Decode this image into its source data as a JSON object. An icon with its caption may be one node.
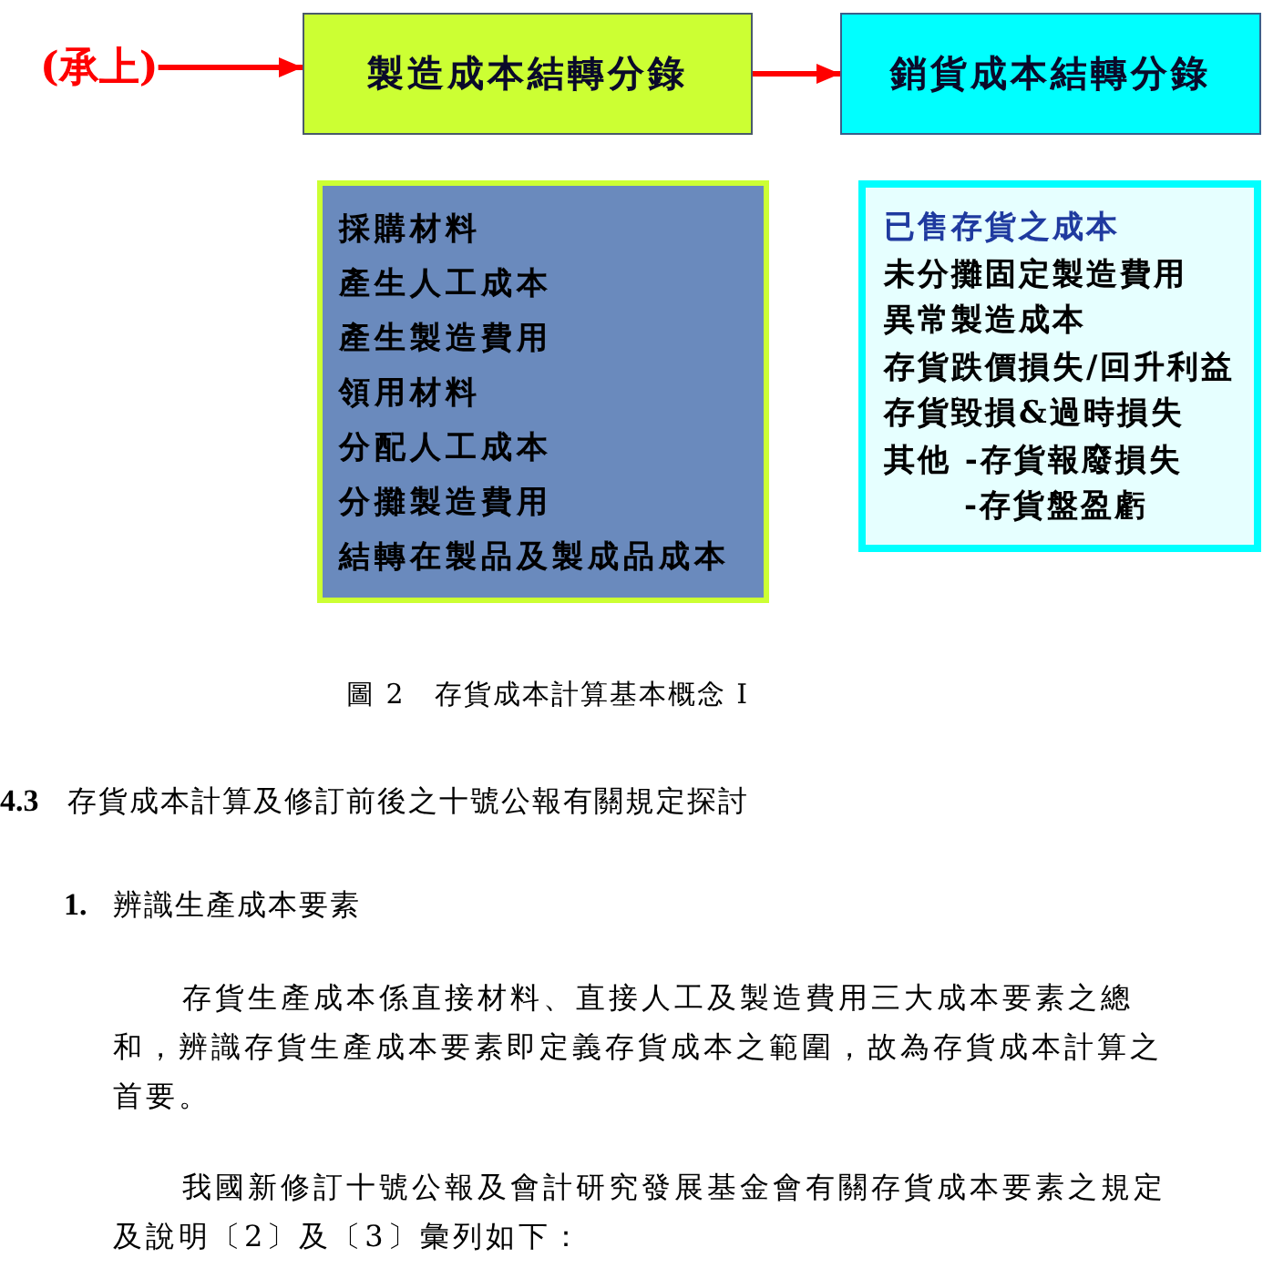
{
  "diagram": {
    "caption": "圖 2　存貨成本計算基本概念 I",
    "nodes": [
      {
        "text": [
          "(承上)"
        ]
      },
      {
        "text": [
          "製造成本結轉分錄"
        ]
      },
      {
        "text": [
          "銷貨成本結轉分錄"
        ]
      },
      {
        "text": [
          "採購材料",
          "產生人工成本",
          "產生製造費用",
          "領用材料",
          "分配人工成本",
          "分攤製造費用",
          "結轉在製品及製成品成本"
        ]
      },
      {
        "text": [
          "已售存貨之成本",
          "未分攤固定製造費用",
          "異常製造成本",
          "存貨跌價損失/回升利益",
          "存貨毀損&過時損失",
          "其他 -存貨報廢損失",
          "-存貨盤盈虧"
        ]
      }
    ],
    "edges": [
      {
        "from": 0,
        "to": 1,
        "arrow": "to"
      },
      {
        "from": 1,
        "to": 2,
        "arrow": "to"
      }
    ],
    "labels": [
      "4.3",
      "存貨成本計算及修訂前後之十號公報有關規定探討",
      "1.",
      "辨識生產成本要素",
      "存貨生產成本係直接材料、直接人工及製造費用三大成本要素之總和，辨識存貨生產成本要素即定義存貨成本之範圍，故為存貨成本計算之首要。",
      "我國新修訂十號公報及會計研究發展基金會有關存貨成本要素之規定及說明〔2〕及〔3〕彙列如下："
    ]
  }
}
